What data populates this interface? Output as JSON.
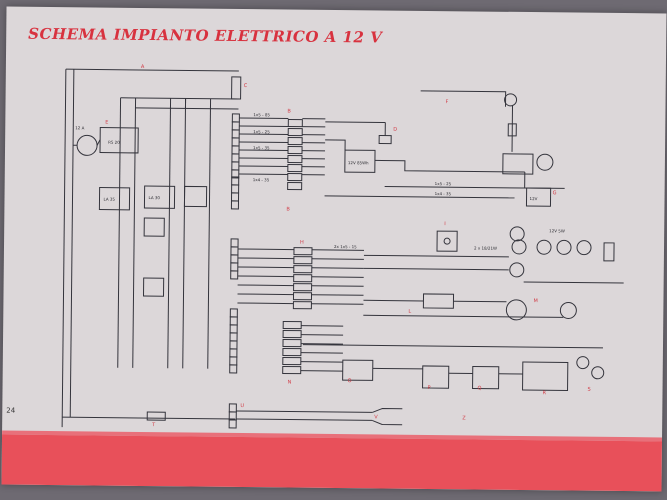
{
  "title": "SCHEMA IMPIANTO ELETTRICO A 12 V",
  "page_number": "24",
  "colors": {
    "title": "#d8323f",
    "wire": "#34343c",
    "label_red": "#d23a45",
    "paper": "#dcd7d9",
    "band": "#e8505a"
  },
  "component_letters": {
    "A": "A",
    "B": "B",
    "C": "C",
    "D": "D",
    "E": "E",
    "F": "F",
    "G": "G",
    "H": "H",
    "I": "I",
    "L": "L",
    "M": "M",
    "N": "N",
    "O": "O",
    "P": "P",
    "Q": "Q",
    "R": "R",
    "S": "S",
    "T": "T",
    "U": "U",
    "V": "V",
    "Z": "Z"
  },
  "component_labels": {
    "relay_1": "R5 20",
    "relay_2": "LA 35",
    "relay_3": "LA 30",
    "fuse": "12 A",
    "regulator": "12V 85Wh",
    "battery": "12V",
    "lamp_label_1": "12V 5W",
    "lamp_label_2": "2 x 18/21W"
  },
  "wire_labels": {
    "top": "1x5 - 85",
    "mid_1": "1x5 - 25",
    "mid_2": "1x5 - 35",
    "bottom": "1x4 - 35",
    "bus": "2x 1x5 - 15",
    "right_1": "1x5 - 25",
    "right_2": "1x4 - 35"
  }
}
